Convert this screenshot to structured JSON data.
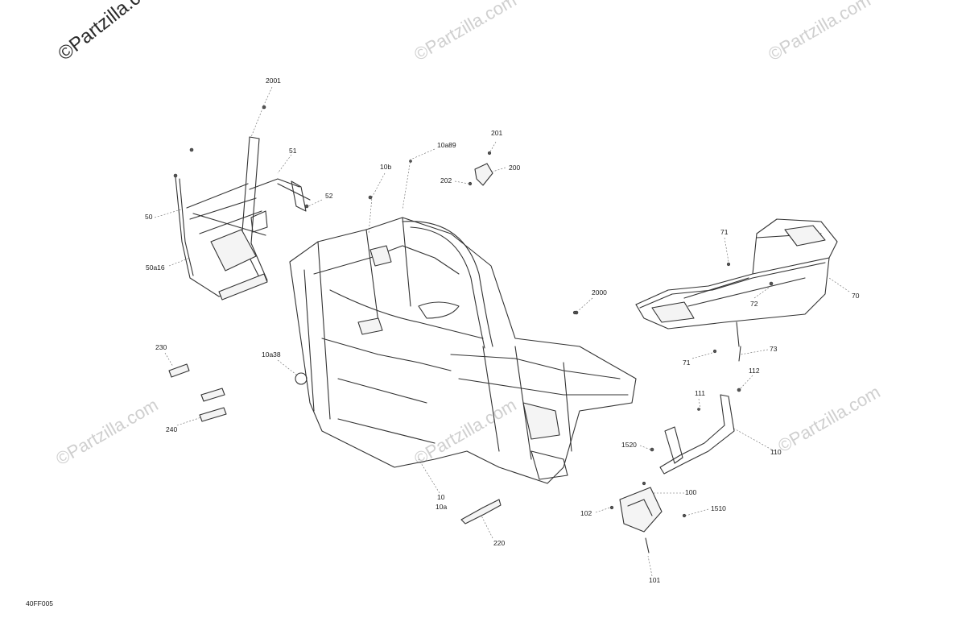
{
  "watermarks": {
    "main": "©Partzilla.com",
    "faint": "©Partzilla.com"
  },
  "diagram_code": "40FF005",
  "callouts": [
    "2001",
    "51",
    "52",
    "50",
    "50a16",
    "10b",
    "10a89",
    "201",
    "200",
    "202",
    "2000",
    "71",
    "72",
    "70",
    "71",
    "73",
    "230",
    "240",
    "10a38",
    "111",
    "112",
    "110",
    "1520",
    "100",
    "102",
    "1510",
    "101",
    "10",
    "10a",
    "220"
  ],
  "colors": {
    "line": "#333333",
    "watermark": "#cfcfcf",
    "background": "#ffffff"
  }
}
